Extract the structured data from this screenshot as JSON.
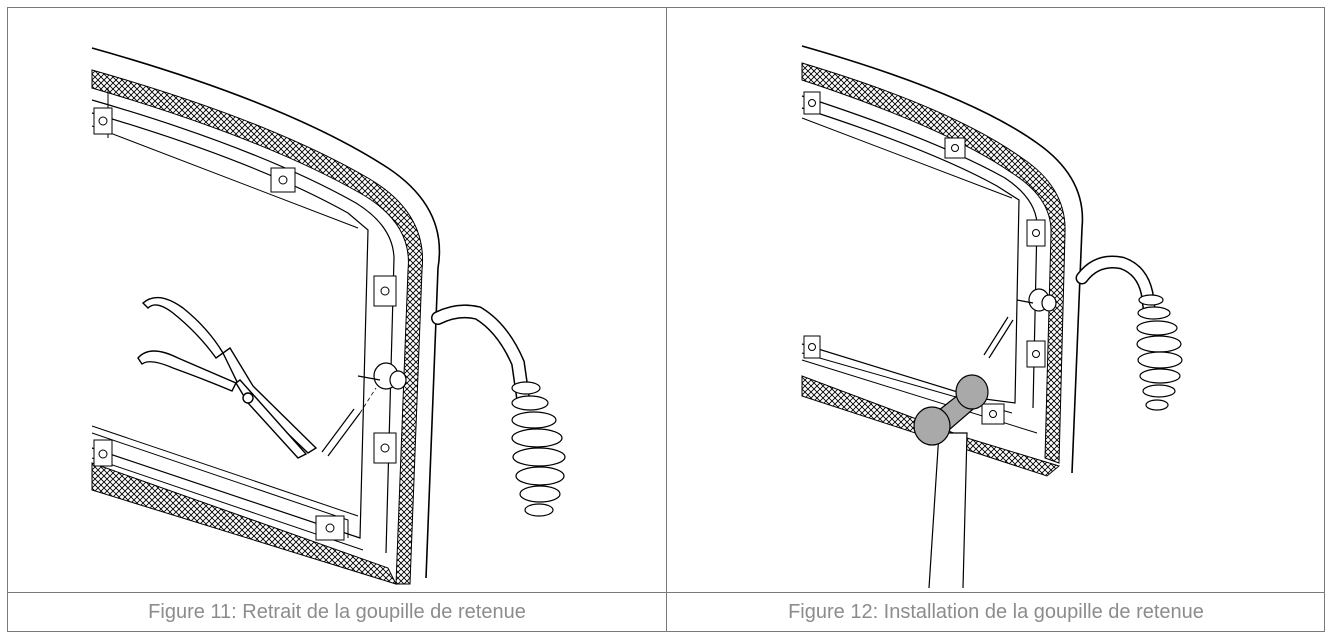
{
  "figures": [
    {
      "caption": "Figure 11: Retrait de la goupille de retenue",
      "tool": "pliers"
    },
    {
      "caption": "Figure 12: Installation de la goupille de retenue",
      "tool": "mallet"
    }
  ],
  "colors": {
    "border": "#7a7a7a",
    "caption": "#8c8c8c",
    "line": "#000000",
    "mallet": "#a9a9a9"
  }
}
